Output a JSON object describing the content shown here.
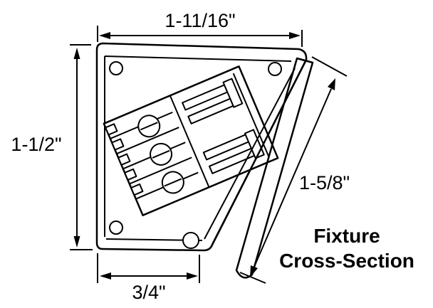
{
  "diagram": {
    "title": {
      "line1": "Fixture",
      "line2": "Cross-Section"
    },
    "dimensions": {
      "top": "1-11/16\"",
      "left": "1-1/2\"",
      "diagonal": "1-5/8\"",
      "bottom": "3/4\""
    },
    "colors": {
      "line": "#000000",
      "background": "#ffffff"
    }
  }
}
